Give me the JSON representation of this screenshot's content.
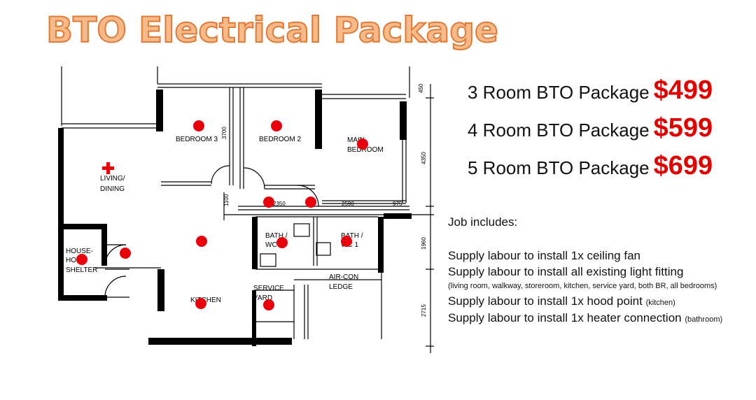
{
  "title": "BTO Electrical Package",
  "floorplan": {
    "rooms": {
      "bedroom3": "BEDROOM 3",
      "bedroom2": "BEDROOM 2",
      "master_line1": "MAIN",
      "master_line2": "BEDROOM",
      "living_line1": "LIVING/",
      "living_line2": "DINING",
      "shelter_line1": "HOUSE-",
      "shelter_line2": "HOLD",
      "shelter_line3": "SHELTER",
      "bath1_line1": "BATH /",
      "bath1_line2": "WC",
      "bath2_line1": "BATH /",
      "bath2_line2": "WC 1",
      "aircon_line1": "AIR-CON",
      "aircon_line2": "LEDGE",
      "kitchen": "KITCHEN",
      "service_line1": "SERVICE",
      "service_line2": "YARD"
    },
    "dimensions": {
      "d450": "450",
      "d3700": "3700",
      "d4350": "4350",
      "d1100": "1100",
      "d2350": "2350",
      "d2590": "2590",
      "d975": "975",
      "d1960": "1960",
      "d2715": "2715"
    },
    "marker_color": "#e8000b"
  },
  "packages": [
    {
      "label": "3 Room BTO Package",
      "price": "$499"
    },
    {
      "label": "4 Room BTO Package",
      "price": "$599"
    },
    {
      "label": "5 Room BTO Package",
      "price": "$699"
    }
  ],
  "job": {
    "heading": "Job includes:",
    "items": [
      {
        "text": "Supply labour to install 1x ceiling fan",
        "note": ""
      },
      {
        "text": "Supply labour to install all existing light fitting",
        "note": ""
      },
      {
        "text": "Supply labour to install 1x hood point",
        "note": "(kitchen)"
      },
      {
        "text": "Supply labour to install 1x heater connection",
        "note": "(bathroom)"
      }
    ],
    "light_note": "(living room, walkway, storeroom,  kitchen, service yard, both BR, all bedrooms)"
  }
}
